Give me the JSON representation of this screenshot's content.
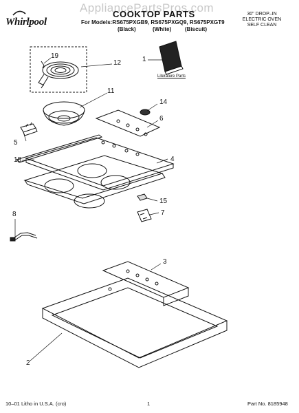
{
  "watermark": "AppliancePartsPros.com",
  "brand": "Whirlpool",
  "header": {
    "title": "COOKTOP PARTS",
    "models_line": "For Models:RS675PXGB9, RS675PXGQ9, RS675PXGT9",
    "colors": [
      "(Black)",
      "(White)",
      "(Biscuit)"
    ],
    "oven_lines": [
      "30\" DROP–IN",
      "ELECTRIC OVEN",
      "SELF CLEAN"
    ]
  },
  "literature_label": "Literature Parts",
  "callouts": {
    "c1": "1",
    "c2": "2",
    "c3": "3",
    "c4": "4",
    "c5": "5",
    "c6": "6",
    "c7": "7",
    "c8": "8",
    "c11": "11",
    "c12": "12",
    "c14": "14",
    "c15": "15",
    "c18": "18",
    "c19": "19"
  },
  "footer": {
    "left": "10–01 Litho in U.S.A. (cro)",
    "page": "1",
    "part_no": "Part No. 8185948"
  }
}
